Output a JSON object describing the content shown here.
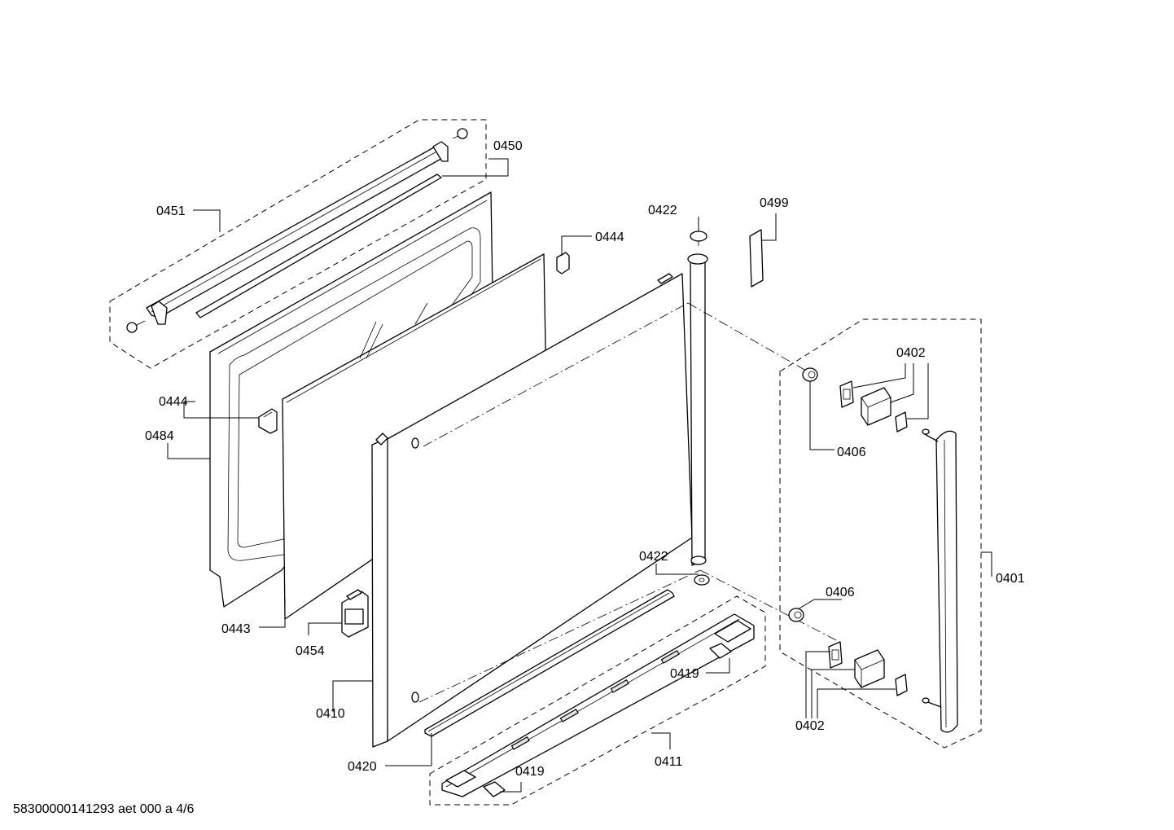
{
  "labels": {
    "p0450": "0450",
    "p0451": "0451",
    "p0422_top": "0422",
    "p0499": "0499",
    "p0444_top": "0444",
    "p0402_top": "0402",
    "p0444_left": "0444",
    "p0406_top": "0406",
    "p0484": "0484",
    "p0422_bottom": "0422",
    "p0401": "0401",
    "p0406_bottom": "0406",
    "p0443": "0443",
    "p0454": "0454",
    "p0419_right": "0419",
    "p0410": "0410",
    "p0402_bottom": "0402",
    "p0411": "0411",
    "p0420": "0420",
    "p0419_bottom": "0419"
  },
  "footer": {
    "document_id": "58300000141293 aet 000 a 4/6"
  }
}
